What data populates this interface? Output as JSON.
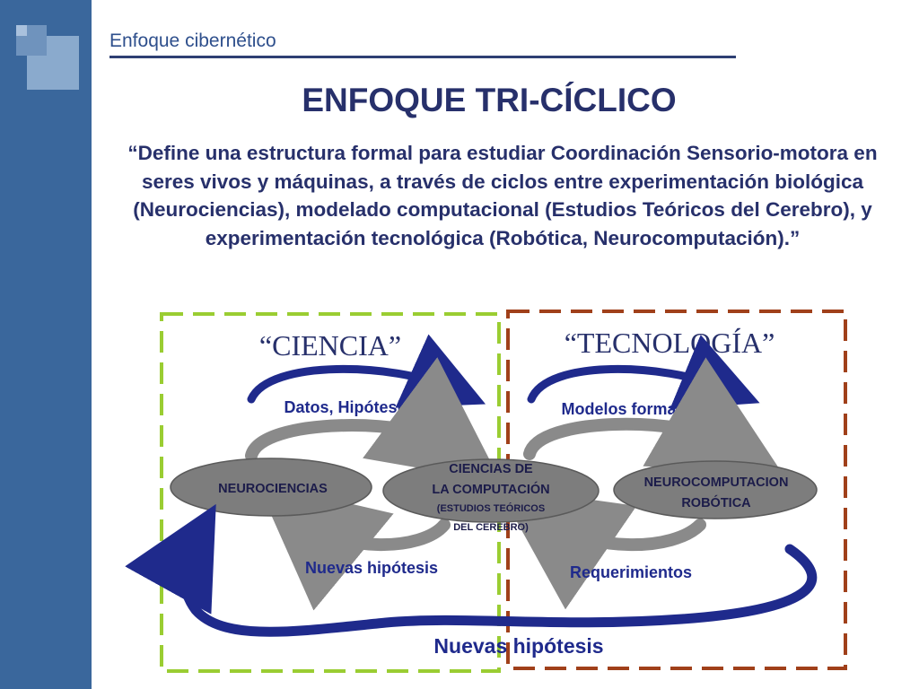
{
  "header": {
    "section_title": "Enfoque cibernético",
    "main_title": "ENFOQUE TRI-CÍCLICO"
  },
  "definition": {
    "text": "“Define una estructura formal para estudiar Coordinación Sensorio-motora en seres vivos y máquinas, a través de ciclos entre experimentación biológica (Neurociencias), modelado computacional (Estudios Teóricos del Cerebro), y experimentación tecnológica (Robótica, Neurocomputación).”"
  },
  "diagram": {
    "science_heading": "“CIENCIA”",
    "technology_heading": "“TECNOLOGÍA”",
    "arrow_labels": {
      "data_hypotheses": "Datos, Hipótesis",
      "formal_models": "Modelos formales",
      "new_hypotheses_science": "Nuevas hipótesis",
      "requirements": "Requerimientos",
      "new_hypotheses_global": "Nuevas hipótesis"
    },
    "nodes": {
      "neurosciences": "NEUROCIENCIAS",
      "computer_science_line1": "CIENCIAS DE",
      "computer_science_line2": "LA COMPUTACIÓN",
      "computer_science_line3": "(ESTUDIOS TEÓRICOS",
      "computer_science_line4": "DEL CEREBRO)",
      "neurocomputing_line1": "NEUROCOMPUTACION",
      "neurocomputing_line2": "ROBÓTICA"
    },
    "colors": {
      "science_border": "#9acd32",
      "technology_border": "#a0401a",
      "arrow_blue": "#1f2a8c",
      "arrow_gray": "#8a8a8a",
      "node_fill": "#7d7d7d",
      "text_dark": "#27306b",
      "label_blue": "#1f2a8c"
    }
  }
}
